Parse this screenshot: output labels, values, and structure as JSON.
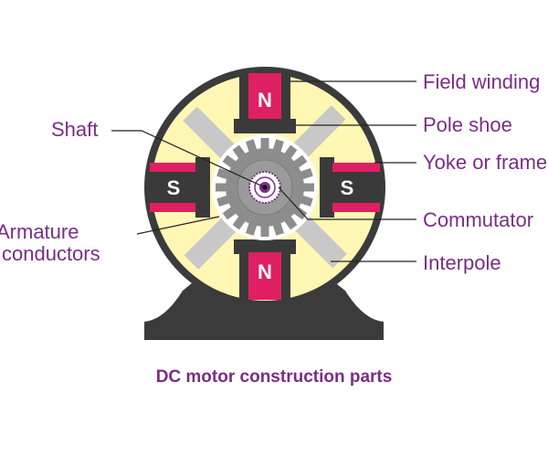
{
  "diagram": {
    "labels": {
      "field_winding": "Field winding",
      "pole_shoe": "Pole shoe",
      "yoke": "Yoke or frame",
      "shaft": "Shaft",
      "armature_line1": "Armature",
      "armature_line2": "conductors",
      "commutator": "Commutator",
      "interpole": "Interpole"
    },
    "poles": {
      "top": "N",
      "bottom": "N",
      "left": "S",
      "right": "S"
    },
    "caption": "DC motor construction parts",
    "colors": {
      "label_text": "#7a2d86",
      "frame_outline": "#2b2b2b",
      "frame_fill": "#fff7b3",
      "pole_red": "#e01f63",
      "pole_dark": "#3a3a3a",
      "armature": "#8d8d8d",
      "interpole": "#c8c8c8",
      "shaft": "#7a2d86"
    }
  }
}
